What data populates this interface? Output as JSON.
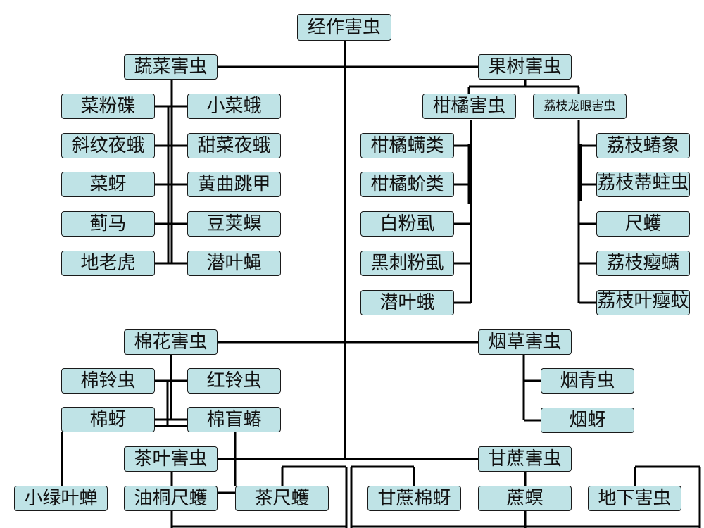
{
  "root": "经作害虫",
  "vegetable": {
    "title": "蔬菜害虫",
    "left": [
      "菜粉碟",
      "斜纹夜蛾",
      "菜蚜",
      "蓟马",
      "地老虎"
    ],
    "right": [
      "小菜蛾",
      "甜菜夜蛾",
      "黄曲跳甲",
      "豆荚螟",
      "潜叶蝇"
    ]
  },
  "fruit": {
    "title": "果树害虫",
    "citrus": {
      "title": "柑橘害虫",
      "items": [
        "柑橘螨类",
        "柑橘蚧类",
        "白粉虱",
        "黑刺粉虱",
        "潜叶蛾"
      ]
    },
    "litchi": {
      "title": "荔枝龙眼害虫",
      "items": [
        "荔枝蝽象",
        "荔枝蒂蛀虫",
        "尺蠖",
        "荔枝瘿螨",
        "荔枝叶瘿蚊"
      ]
    }
  },
  "cotton": {
    "title": "棉花害虫",
    "items": [
      "棉铃虫",
      "红铃虫",
      "棉蚜",
      "棉盲蝽",
      "小绿叶蝉"
    ]
  },
  "tobacco": {
    "title": "烟草害虫",
    "items": [
      "烟青虫",
      "烟蚜"
    ]
  },
  "tea": {
    "title": "茶叶害虫",
    "items": [
      "油桐尺蠖",
      "茶尺蠖"
    ]
  },
  "sugarcane": {
    "title": "甘蔗害虫",
    "items": [
      "甘蔗棉蚜",
      "蔗螟",
      "地下害虫"
    ]
  }
}
